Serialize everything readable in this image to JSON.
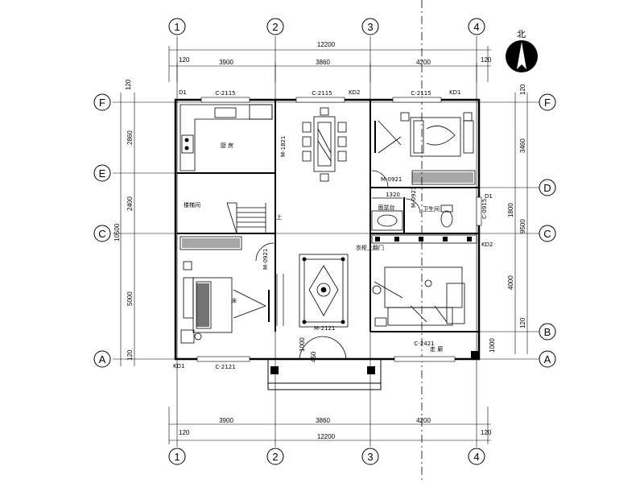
{
  "north_label": "北",
  "axes_x": [
    "1",
    "2",
    "3",
    "4"
  ],
  "axes_y": [
    "F",
    "E",
    "D",
    "C",
    "B",
    "A"
  ],
  "dims": {
    "top_total": "12200",
    "bottom_total": "12200",
    "spans": [
      "3900",
      "3860",
      "4200"
    ],
    "edge": "120",
    "left_f_e": "2860",
    "left_e_c": "2400",
    "left_c_a": "5000",
    "left_total": "10500",
    "right_f_d": "3460",
    "right_d_c": "1800",
    "right_c_b": "4000",
    "right_b_a": "1000",
    "right_total": "9500",
    "room_width_1320": "1320",
    "porch_1000": "1000",
    "porch_450": "450"
  },
  "windows": {
    "top_left": "C-2115",
    "top_mid": "C-2115",
    "top_right": "C-2115",
    "bottom_left": "C-2121",
    "bottom_right": "C-2421",
    "bath": "C-0915"
  },
  "doors": {
    "kd2_top": "KD2",
    "kd1_top": "KD1",
    "d1_topleft": "D1",
    "d1_right": "D1",
    "kd2_right": "KD2",
    "kd1_bottom": "KD1",
    "m1821": "M-1821",
    "m0921_a": "M-0921",
    "m0921_b": "M-0921",
    "m0921_c": "M-0921",
    "m2121": "M-2121"
  },
  "rooms": {
    "kitchen": "厨 房",
    "stair": "楼梯间",
    "stair_up": "上",
    "bath": "卫生间",
    "porch": "走 廊",
    "small_label_a": "面盆台",
    "small_label_b": "衣柜上翻门",
    "bed_small": "床"
  }
}
